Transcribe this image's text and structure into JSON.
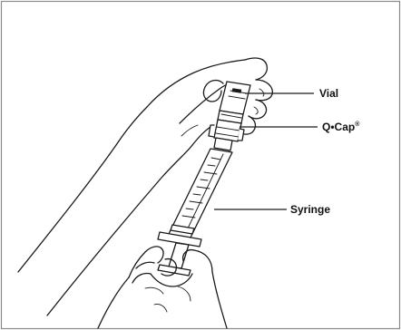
{
  "labels": {
    "vial": "Vial",
    "qcap": "Q•Cap",
    "qcap_mark": "®",
    "syringe": "Syringe"
  },
  "colors": {
    "ink": "#1a1a1a",
    "frame": "#8a8a8a",
    "background": "#ffffff"
  }
}
